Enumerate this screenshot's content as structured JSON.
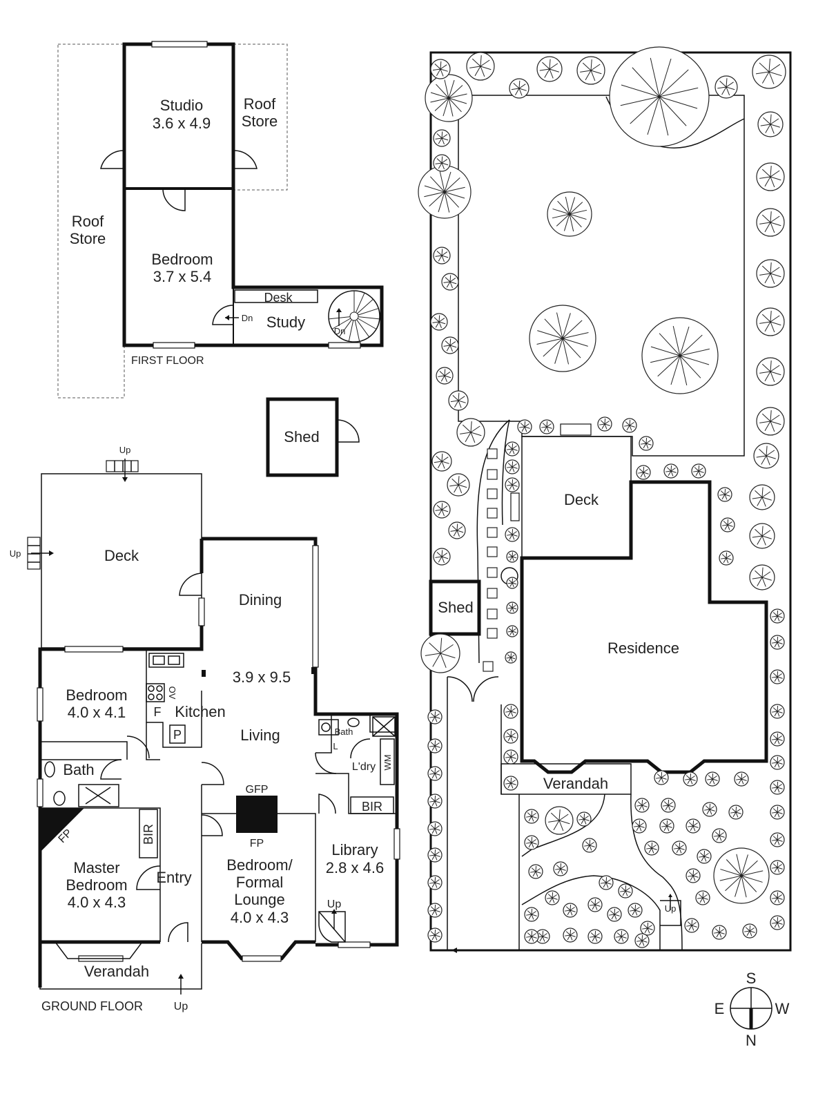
{
  "first_floor": {
    "caption": "FIRST FLOOR",
    "studio": {
      "name": "Studio",
      "size": "3.6 x 4.9"
    },
    "roof_store_right": {
      "line1": "Roof",
      "line2": "Store"
    },
    "roof_store_left": {
      "line1": "Roof",
      "line2": "Store"
    },
    "bedroom": {
      "name": "Bedroom",
      "size": "3.7 x 5.4"
    },
    "desk": "Desk",
    "study": "Study",
    "dn_left": "Dn",
    "dn_stair": "Dn"
  },
  "shed_first": "Shed",
  "ground_floor": {
    "caption": "GROUND FLOOR",
    "deck": "Deck",
    "up_top": "Up",
    "up_left": "Up",
    "dining": "Dining",
    "living_size": "3.9 x 9.5",
    "living": "Living",
    "kitchen": "Kitchen",
    "kitchen_f": "F",
    "kitchen_p": "P",
    "kitchen_ov": "OV",
    "bedroom": {
      "name": "Bedroom",
      "size": "4.0 x 4.1"
    },
    "bath": "Bath",
    "bath_small": "Bath",
    "laundry": "L'dry",
    "laundry_l": "L",
    "wm": "WM",
    "bir_right": "BIR",
    "bir_left": "BIR",
    "gfp": "GFP",
    "fp": "FP",
    "fp_master": "FP",
    "master": {
      "line1": "Master",
      "line2": "Bedroom",
      "size": "4.0 x 4.3"
    },
    "entry": "Entry",
    "formal": {
      "line1": "Bedroom/",
      "line2": "Formal",
      "line3": "Lounge",
      "size": "4.0 x 4.3"
    },
    "library": {
      "name": "Library",
      "size": "2.8 x 4.6"
    },
    "library_up": "Up",
    "verandah": "Verandah",
    "up_bottom": "Up"
  },
  "site": {
    "deck": "Deck",
    "residence": "Residence",
    "shed": "Shed",
    "verandah": "Verandah",
    "up": "Up"
  },
  "compass": {
    "s": "S",
    "e": "E",
    "w": "W",
    "n": "N"
  }
}
